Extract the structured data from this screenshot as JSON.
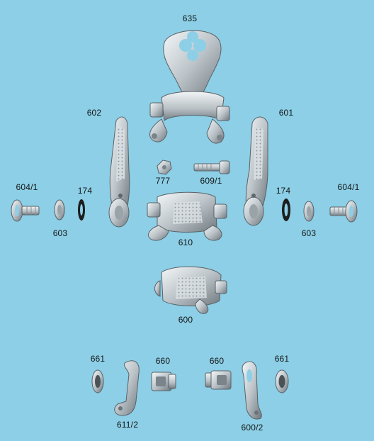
{
  "colors": {
    "background": "#8ccfe6",
    "metal_light": "#e8edf0",
    "metal_mid": "#b9c1c6",
    "metal_dark": "#6c767c",
    "washer_black": "#1d1d1d",
    "label_text": "#151515"
  },
  "parts": [
    {
      "key": "635",
      "label": "635"
    },
    {
      "key": "602",
      "label": "602"
    },
    {
      "key": "601",
      "label": "601"
    },
    {
      "key": "777",
      "label": "777"
    },
    {
      "key": "609_1",
      "label": "609/1"
    },
    {
      "key": "604_1_left",
      "label": "604/1"
    },
    {
      "key": "174_left",
      "label": "174"
    },
    {
      "key": "603_left",
      "label": "603"
    },
    {
      "key": "610",
      "label": "610"
    },
    {
      "key": "174_right",
      "label": "174"
    },
    {
      "key": "604_1_right",
      "label": "604/1"
    },
    {
      "key": "603_right",
      "label": "603"
    },
    {
      "key": "600",
      "label": "600"
    },
    {
      "key": "661_left",
      "label": "661"
    },
    {
      "key": "660_left",
      "label": "660"
    },
    {
      "key": "660_right",
      "label": "660"
    },
    {
      "key": "661_right",
      "label": "661"
    },
    {
      "key": "611_2",
      "label": "611/2"
    },
    {
      "key": "600_2",
      "label": "600/2"
    }
  ]
}
